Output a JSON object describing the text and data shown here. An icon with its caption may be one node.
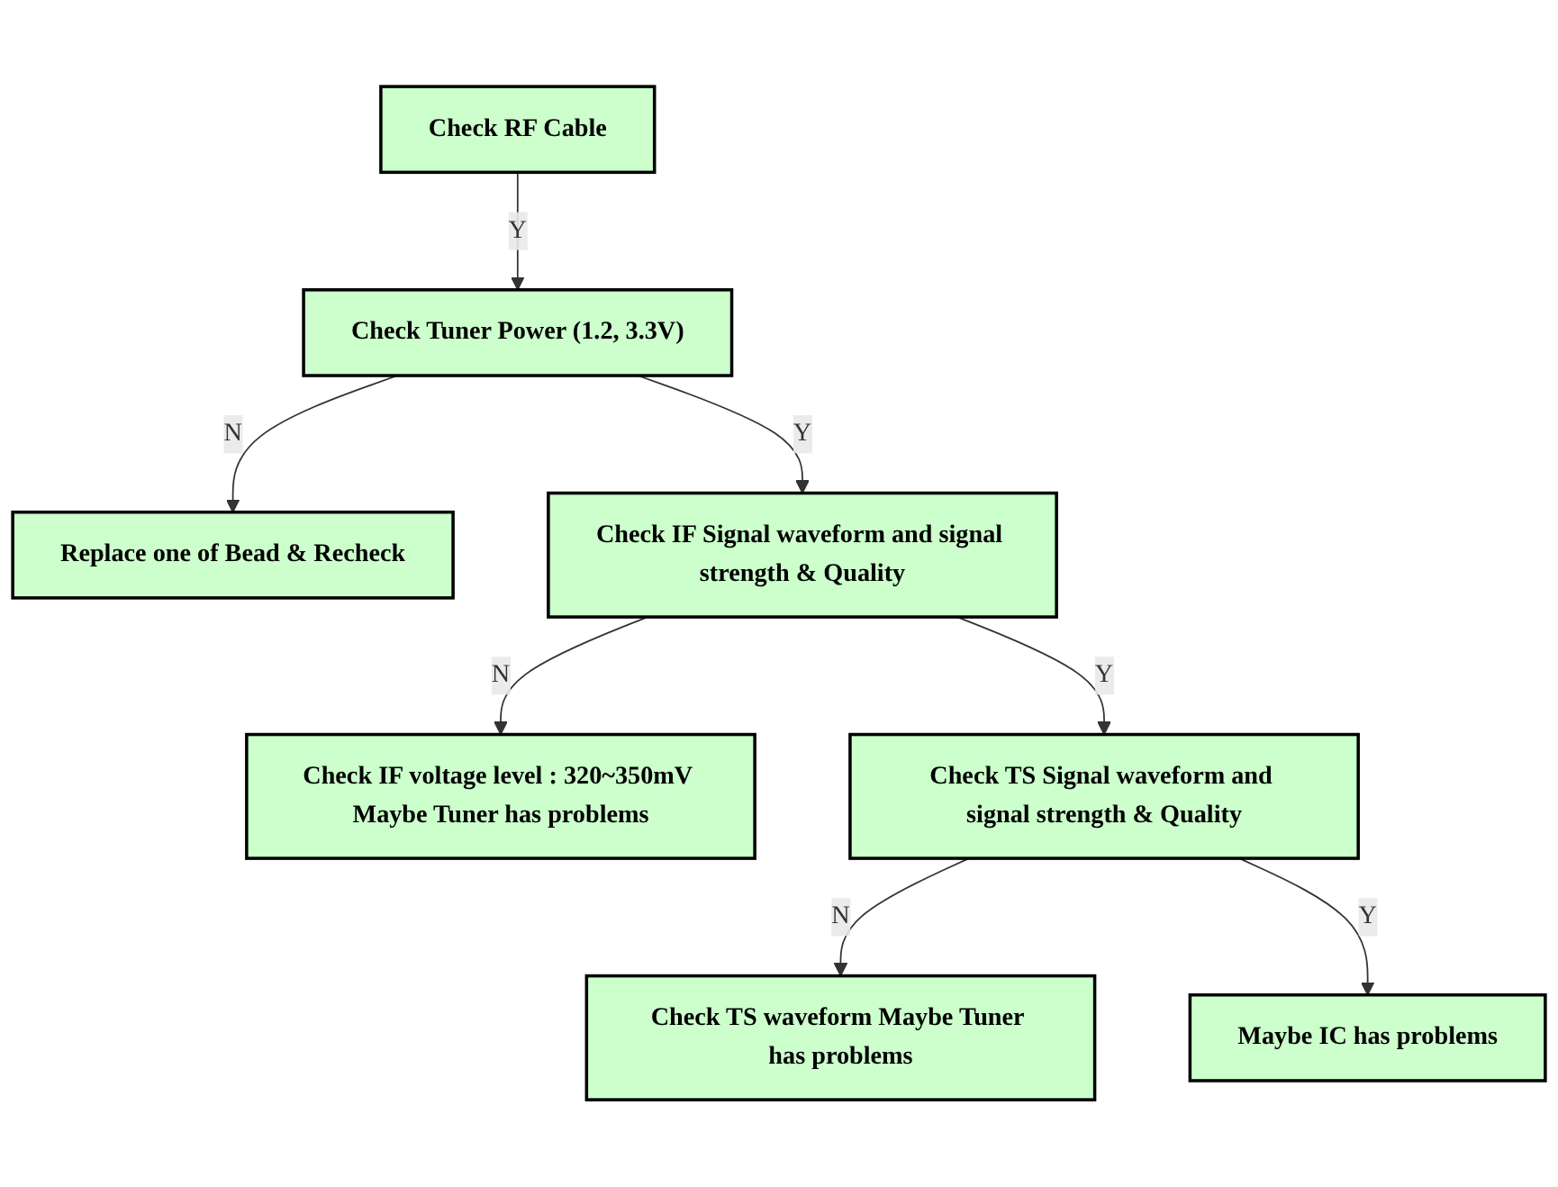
{
  "diagram": {
    "nodes": [
      {
        "text": [
          "Check RF Cable"
        ]
      },
      {
        "text": [
          "Check Tuner Power (1.2,  3.3V)"
        ]
      },
      {
        "text": [
          "Replace one of Bead & Recheck"
        ]
      },
      {
        "text": [
          "Check IF Signal waveform and signal strength & Quality"
        ]
      },
      {
        "text": [
          "Check IF voltage level : 320~350mV Maybe Tuner has problems"
        ]
      },
      {
        "text": [
          "Check TS Signal waveform and signal strength & Quality"
        ]
      },
      {
        "text": [
          "Check TS waveform Maybe Tuner has problems"
        ]
      },
      {
        "text": [
          "Maybe IC has problems"
        ]
      }
    ],
    "edges": [
      {
        "from": 0,
        "to": 1,
        "arrow": "to",
        "label": "Y"
      },
      {
        "from": 1,
        "to": 2,
        "arrow": "to",
        "label": "N"
      },
      {
        "from": 1,
        "to": 3,
        "arrow": "to",
        "label": "Y"
      },
      {
        "from": 3,
        "to": 4,
        "arrow": "to",
        "label": "N"
      },
      {
        "from": 3,
        "to": 5,
        "arrow": "to",
        "label": "Y"
      },
      {
        "from": 5,
        "to": 6,
        "arrow": "to",
        "label": "N"
      },
      {
        "from": 5,
        "to": 7,
        "arrow": "to",
        "label": "Y"
      }
    ]
  }
}
